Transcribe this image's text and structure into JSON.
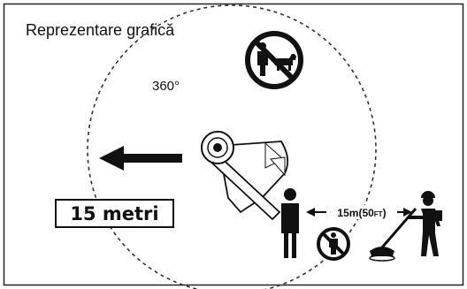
{
  "diagram": {
    "title": "Reprezentare grafică",
    "angle_label": "360°",
    "distance_box_label": "15 metri",
    "distance_arrow": {
      "metric": "15m",
      "imperial_open": "(50",
      "imperial_unit": "FT",
      "imperial_close": ")"
    },
    "icons": [
      "no-people-or-animals-icon",
      "no-people-icon",
      "bystander-person-icon",
      "operator-with-trimmer-icon",
      "trimmer-head-icon",
      "direction-arrow-icon"
    ]
  }
}
